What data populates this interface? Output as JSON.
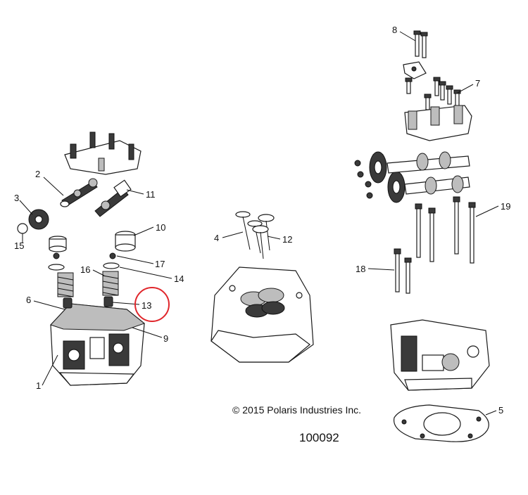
{
  "callouts": [
    {
      "id": "c1",
      "label": "1"
    },
    {
      "id": "c2",
      "label": "2"
    },
    {
      "id": "c3",
      "label": "3"
    },
    {
      "id": "c4",
      "label": "4"
    },
    {
      "id": "c5",
      "label": "5"
    },
    {
      "id": "c6",
      "label": "6"
    },
    {
      "id": "c7",
      "label": "7"
    },
    {
      "id": "c8",
      "label": "8"
    },
    {
      "id": "c9",
      "label": "9"
    },
    {
      "id": "c10",
      "label": "10"
    },
    {
      "id": "c11",
      "label": "11"
    },
    {
      "id": "c12",
      "label": "12"
    },
    {
      "id": "c13",
      "label": "13"
    },
    {
      "id": "c14",
      "label": "14"
    },
    {
      "id": "c15",
      "label": "15"
    },
    {
      "id": "c16",
      "label": "16"
    },
    {
      "id": "c17",
      "label": "17"
    },
    {
      "id": "c18",
      "label": "18"
    },
    {
      "id": "c19",
      "label": "19"
    }
  ],
  "highlight": {
    "callout": "13",
    "color": "#e0262b"
  },
  "copyright": "© 2015 Polaris Industries Inc.",
  "document_number": "100092"
}
